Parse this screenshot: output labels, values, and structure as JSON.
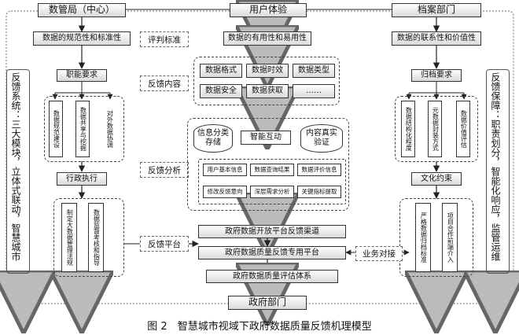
{
  "top": {
    "left": "数管局（中心）",
    "center": "用户体验",
    "right": "档案部门"
  },
  "row2": {
    "left": "数据的规范性和标准性",
    "center_label": "评判标准",
    "center": "数据的有用性和易用性",
    "right": "数据的联系性和价值性"
  },
  "left_column": {
    "requirement": "职能要求",
    "sub_items": [
      "数据规范建设",
      "数据共享与挖掘",
      "对外数据协调"
    ],
    "execution": "行政执行",
    "execution_items": [
      "制定大数据管理法规",
      "数据监督考核和指导"
    ]
  },
  "right_column": {
    "requirement": "归档要求",
    "sub_items": [
      "数据结构化程度",
      "元数据封装方式",
      "数据价值评估"
    ],
    "constraint": "文化约束",
    "constraint_items": [
      "严格数据归档标准",
      "项目合作前端介入"
    ]
  },
  "feedback_content": {
    "label": "反馈内容",
    "items": [
      "数据格式",
      "数据时效",
      "数据类型",
      "数据安全",
      "数据获取",
      "……"
    ]
  },
  "feedback_analysis": {
    "label": "反馈分析",
    "storage": "信息分类存储",
    "interaction": "智能互动",
    "verification": "内容真实验证",
    "items": [
      "用户基本信息",
      "数据查询结果",
      "数据评价信息",
      "修改反馈意向",
      "深层需求分析",
      "关键指标提取"
    ]
  },
  "platform": {
    "label": "反馈平台",
    "channel": "政府数据开放平台反馈渠道",
    "special": "政府数据质量反馈专用平台",
    "evaluation": "政府数据质量评估体系",
    "docking": "业务对接",
    "bottom": "政府部门"
  },
  "side": {
    "left": "反馈系统：三大模块，立体式联动，智慧城市",
    "right": "反馈保障：职责划分，智能化响应，监管运维"
  },
  "caption": "图 2　智慧城市视域下政府数据质量反馈机理模型"
}
